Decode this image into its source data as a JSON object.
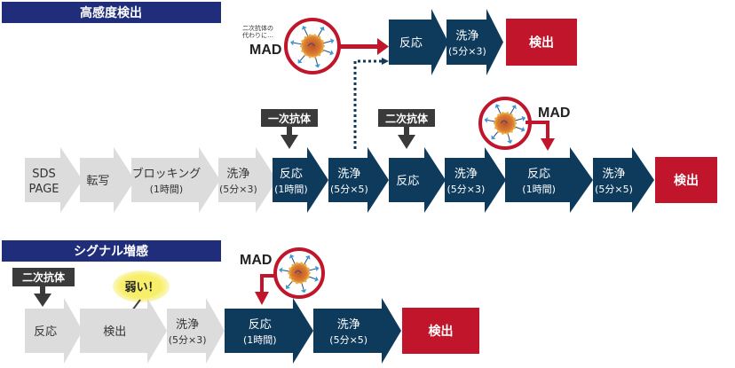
{
  "colors": {
    "header": "#1f2d7a",
    "gray_step": "#dcdcdc",
    "navy_step": "#0e3a5c",
    "detect_red": "#c0152a",
    "label_box": "#3a3a3a",
    "mad_ring": "#c0152a",
    "weak_glow": "#f7ef6a"
  },
  "high_sensitivity": {
    "title": "高感度検出",
    "mad_note_line1": "二次抗体の",
    "mad_note_line2": "代わりに…",
    "mad_label": "MAD",
    "top_row": [
      {
        "kind": "navy",
        "line1": "反応",
        "line2": ""
      },
      {
        "kind": "navy",
        "line1": "洗浄",
        "line2": "(5分×3)"
      },
      {
        "kind": "red",
        "line1": "検出",
        "line2": ""
      }
    ],
    "main_row": [
      {
        "kind": "gray",
        "line1": "SDS",
        "line2": "PAGE"
      },
      {
        "kind": "gray",
        "line1": "転写",
        "line2": ""
      },
      {
        "kind": "gray",
        "line1": "ブロッキング",
        "line2": "(1時間)"
      },
      {
        "kind": "gray",
        "line1": "洗浄",
        "line2": "(5分×3)"
      },
      {
        "kind": "navy",
        "line1": "反応",
        "line2": "(1時間)"
      },
      {
        "kind": "navy",
        "line1": "洗浄",
        "line2": "(5分×5)"
      },
      {
        "kind": "navy",
        "line1": "反応",
        "line2": ""
      },
      {
        "kind": "navy",
        "line1": "洗浄",
        "line2": "(5分×3)"
      },
      {
        "kind": "navy",
        "line1": "反応",
        "line2": "(1時間)"
      },
      {
        "kind": "navy",
        "line1": "洗浄",
        "line2": "(5分×5)"
      },
      {
        "kind": "red",
        "line1": "検出",
        "line2": ""
      }
    ],
    "primary_antibody_label": "一次抗体",
    "secondary_antibody_label": "二次抗体",
    "mad_label_2": "MAD"
  },
  "signal_enhancement": {
    "title": "シグナル増感",
    "secondary_antibody_label": "二次抗体",
    "weak_label": "弱い！",
    "mad_label": "MAD",
    "row": [
      {
        "kind": "gray",
        "line1": "反応",
        "line2": ""
      },
      {
        "kind": "gray",
        "line1": "検出",
        "line2": ""
      },
      {
        "kind": "gray",
        "line1": "洗浄",
        "line2": "(5分×3)"
      },
      {
        "kind": "navy",
        "line1": "反応",
        "line2": "(1時間)"
      },
      {
        "kind": "navy",
        "line1": "洗浄",
        "line2": "(5分×5)"
      },
      {
        "kind": "red",
        "line1": "検出",
        "line2": ""
      }
    ]
  }
}
